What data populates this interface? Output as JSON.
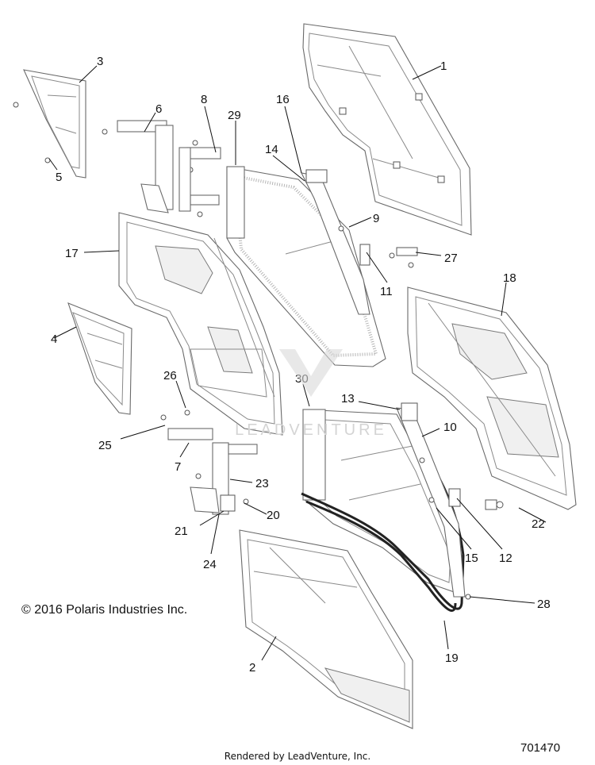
{
  "copyright": "© 2016 Polaris Industries Inc.",
  "footer": "Rendered by LeadVenture, Inc.",
  "drawing_number": "701470",
  "watermark_text": "LEADVENTURE",
  "callouts": {
    "c1": "1",
    "c2": "2",
    "c3": "3",
    "c4": "4",
    "c5": "5",
    "c6": "6",
    "c7": "7",
    "c8": "8",
    "c9": "9",
    "c10": "10",
    "c11": "11",
    "c12": "12",
    "c13": "13",
    "c14": "14",
    "c15": "15",
    "c16": "16",
    "c17": "17",
    "c18": "18",
    "c19": "19",
    "c20": "20",
    "c21": "21",
    "c22": "22",
    "c23": "23",
    "c24": "24",
    "c25": "25",
    "c26": "26",
    "c27": "27",
    "c28": "28",
    "c29": "29",
    "c30": "30"
  }
}
